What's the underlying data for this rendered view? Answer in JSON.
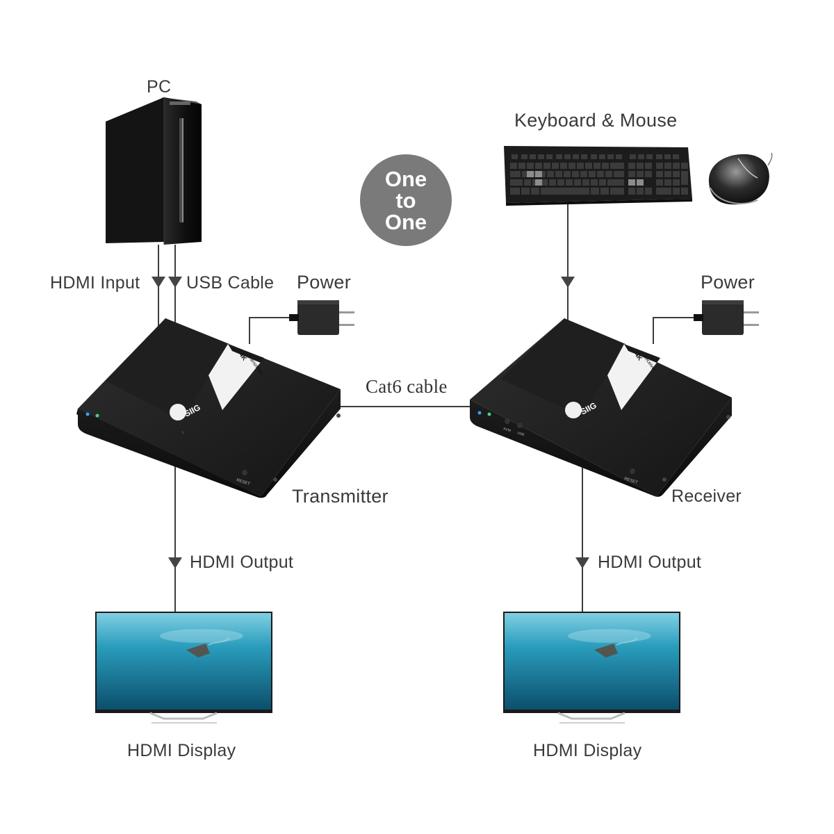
{
  "labels": {
    "pc": "PC",
    "keyboard_mouse": "Keyboard & Mouse",
    "badge_line1": "One",
    "badge_line2": "to",
    "badge_line3": "One",
    "hdmi_input": "HDMI Input",
    "usb_cable": "USB Cable",
    "power_tx": "Power",
    "power_rx": "Power",
    "cat6_cable": "Cat6 cable",
    "transmitter": "Transmitter",
    "receiver": "Receiver",
    "hdmi_output_tx": "HDMI Output",
    "hdmi_output_rx": "HDMI Output",
    "hdmi_display_tx": "HDMI Display",
    "hdmi_display_rx": "HDMI Display"
  },
  "device_text": {
    "brand": "SIIG",
    "tx_tag": "4K",
    "tx_model": "Transmitter",
    "rx_tag": "4K",
    "rx_model": "Receiver",
    "reset": "RESET",
    "usb_port": "USB",
    "kvm_port": "KVM"
  },
  "colors": {
    "line": "#3c3c3c",
    "badge": "#7a7a7a",
    "device_body": "#1b1b1b",
    "screen_water": "#1d7fa0"
  }
}
